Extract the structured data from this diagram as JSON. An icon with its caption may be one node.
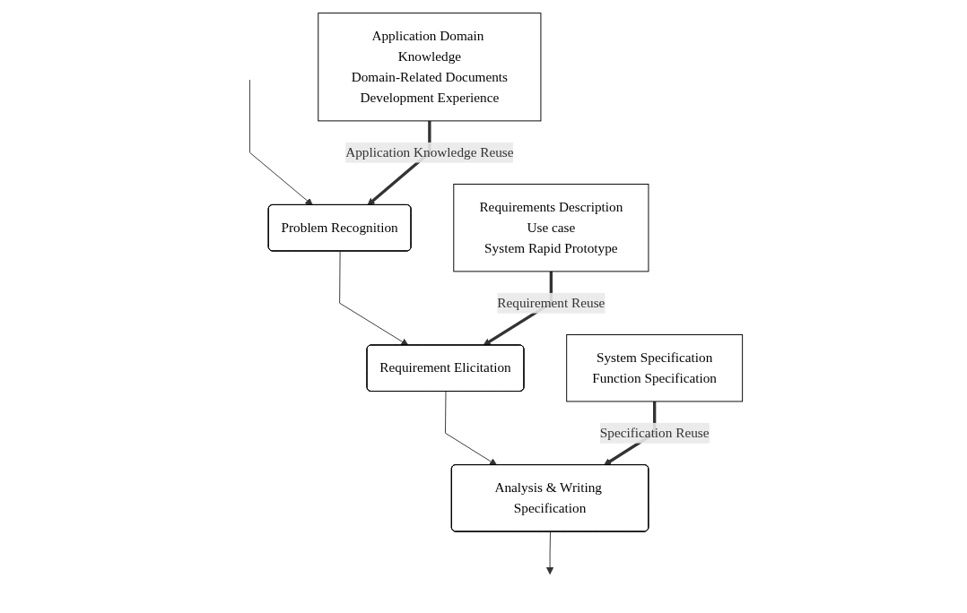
{
  "diagram": {
    "nodes": [
      {
        "text": [
          "Problem Recognition"
        ]
      },
      {
        "text": [
          "Requirement Elicitation"
        ]
      },
      {
        "text": [
          "Analysis & Writing Specification"
        ]
      },
      {
        "text": [
          "Application Domain Knowledge",
          "Domain-Related Documents",
          "Development Experience"
        ]
      },
      {
        "text": [
          "Requirements Description",
          "Use case",
          "System Rapid Prototype"
        ]
      },
      {
        "text": [
          "System Specification",
          "Function Specification"
        ]
      }
    ],
    "edges": [
      {
        "from": null,
        "to": 0,
        "arrow": "to"
      },
      {
        "from": 0,
        "to": 1,
        "arrow": "to"
      },
      {
        "from": 1,
        "to": 2,
        "arrow": "to"
      },
      {
        "from": 2,
        "to": null,
        "arrow": "to"
      },
      {
        "from": 3,
        "to": 0,
        "arrow": "to",
        "label": "Application Knowledge Reuse",
        "style": "thick"
      },
      {
        "from": 4,
        "to": 1,
        "arrow": "to",
        "label": "Requirement Reuse",
        "style": "thick"
      },
      {
        "from": 5,
        "to": 2,
        "arrow": "to",
        "label": "Specification Reuse",
        "style": "thick"
      }
    ]
  }
}
